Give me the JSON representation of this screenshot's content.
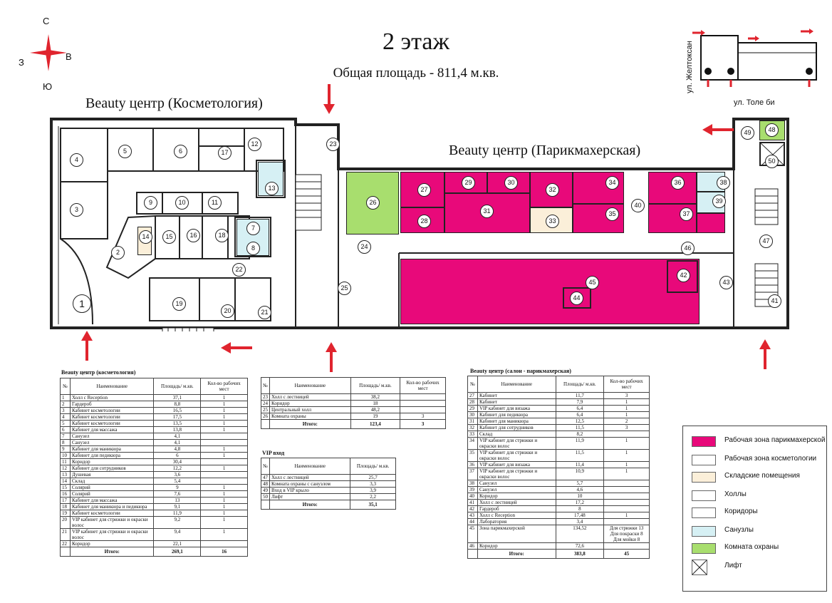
{
  "title": "2 этаж",
  "subtitle": "Общая площадь - 811,4 м.кв.",
  "sections": {
    "cosmetology": "Beauty центр (Косметология)",
    "hairdresser": "Beauty центр (Парикмахерская)"
  },
  "compass": {
    "n": "С",
    "s": "Ю",
    "w": "З",
    "e": "В"
  },
  "streets": {
    "zheltoksan": "ул. Желтоксан",
    "tole_bi": "ул. Толе би"
  },
  "colors": {
    "hair_zone": "#e8097a",
    "cosm_zone": "#ffffff",
    "storage": "#fbefd9",
    "halls": "#ffffff",
    "corridors": "#ffffff",
    "toilets": "#d6f0f4",
    "security": "#a8de6e",
    "wall": "#222222",
    "arrow": "#e0242e"
  },
  "rooms": [
    "1",
    "2",
    "3",
    "4",
    "5",
    "6",
    "7",
    "8",
    "9",
    "10",
    "11",
    "12",
    "13",
    "14",
    "15",
    "16",
    "17",
    "18",
    "19",
    "20",
    "21",
    "22",
    "23",
    "24",
    "25",
    "26",
    "27",
    "28",
    "29",
    "30",
    "31",
    "32",
    "33",
    "34",
    "35",
    "36",
    "37",
    "38",
    "39",
    "40",
    "41",
    "42",
    "43",
    "44",
    "45",
    "46",
    "47",
    "48",
    "49",
    "50"
  ],
  "table_cosm": {
    "title": "Beauty центр (косметология)",
    "headers": [
      "№",
      "Наименование",
      "Площадь/ м.кв.",
      "Кол-во рабочих мест"
    ],
    "rows": [
      [
        "1",
        "Холл с Reception",
        "37,1",
        "1"
      ],
      [
        "2",
        "Гардероб",
        "8,8",
        "1"
      ],
      [
        "3",
        "Кабинет косметологии",
        "16,5",
        "1"
      ],
      [
        "4",
        "Кабинет косметологии",
        "17,5",
        "1"
      ],
      [
        "5",
        "Кабинет косметологии",
        "13,5",
        "1"
      ],
      [
        "6",
        "Кабинет для массажа",
        "13,8",
        "1"
      ],
      [
        "7",
        "Санузел",
        "4,1",
        ""
      ],
      [
        "8",
        "Санузел",
        "4,1",
        ""
      ],
      [
        "9",
        "Кабинет для маникюра",
        "4,8",
        "1"
      ],
      [
        "10",
        "Кабинет для педикюра",
        "6",
        "1"
      ],
      [
        "11",
        "Коридор",
        "30,4",
        ""
      ],
      [
        "12",
        "Кабинет для сотрудников",
        "12,2",
        "1"
      ],
      [
        "13",
        "Душевая",
        "3,6",
        ""
      ],
      [
        "14",
        "Склад",
        "5,4",
        ""
      ],
      [
        "15",
        "Солярий",
        "9",
        "1"
      ],
      [
        "16",
        "Солярий",
        "7,6",
        "1"
      ],
      [
        "17",
        "Кабинет для массажа",
        "13",
        "1"
      ],
      [
        "18",
        "Кабинет для маникюра и педикюра",
        "9,1",
        "1"
      ],
      [
        "19",
        "Кабинет косметологии",
        "11,9",
        "1"
      ],
      [
        "20",
        "VIP кабинет для стрижки и окраски волос",
        "9,2",
        "1"
      ],
      [
        "21",
        "VIP кабинет для стрижки и окраски волос",
        "9,4",
        "1"
      ],
      [
        "22",
        "Коридор",
        "22,1",
        ""
      ]
    ],
    "total": [
      "",
      "Итого:",
      "269,1",
      "16"
    ]
  },
  "table_common": {
    "headers": [
      "№",
      "Наименование",
      "Площадь/ м.кв.",
      "Кол-во рабочих мест"
    ],
    "rows": [
      [
        "23",
        "Холл с лестницей",
        "38,2",
        ""
      ],
      [
        "24",
        "Коридор",
        "18",
        ""
      ],
      [
        "25",
        "Центральный холл",
        "48,2",
        ""
      ],
      [
        "26",
        "Комната охраны",
        "19",
        "3"
      ]
    ],
    "total": [
      "",
      "Итого:",
      "123,4",
      "3"
    ]
  },
  "table_vip": {
    "title": "VIP вход",
    "headers": [
      "№",
      "Наименование",
      "Площадь/ м.кв."
    ],
    "rows": [
      [
        "47",
        "Холл с лестницей",
        "25,7"
      ],
      [
        "48",
        "Комната охраны с санузлом",
        "3,3"
      ],
      [
        "49",
        "Вход в VIP крыло",
        "3,9"
      ],
      [
        "50",
        "Лифт",
        "2,2"
      ]
    ],
    "total": [
      "",
      "Итого:",
      "35,1"
    ]
  },
  "table_hair": {
    "title": "Beauty центр (салон - парикмахерская)",
    "headers": [
      "№",
      "Наименование",
      "Площадь/ м.кв.",
      "Кол-во рабочих мест"
    ],
    "rows": [
      [
        "27",
        "Кабинет",
        "11,7",
        "3"
      ],
      [
        "28",
        "Кабинет",
        "7,9",
        "1"
      ],
      [
        "29",
        "VIP кабинет для визажа",
        "6,4",
        "1"
      ],
      [
        "30",
        "Кабинет для педикюра",
        "6,4",
        "1"
      ],
      [
        "31",
        "Кабинет для маникюра",
        "12,5",
        "2"
      ],
      [
        "32",
        "Кабинет для сотрудников",
        "11,5",
        "3"
      ],
      [
        "33",
        "Склад",
        "8,2",
        ""
      ],
      [
        "34",
        "VIP кабинет для стрижки и окраски волос",
        "11,9",
        "1"
      ],
      [
        "35",
        "VIP кабинет для стрижки и окраски волос",
        "11,5",
        "1"
      ],
      [
        "36",
        "VIP кабинет для визажа",
        "11,4",
        "1"
      ],
      [
        "37",
        "VIP кабинет для стрижки и окраски волос",
        "10,9",
        "1"
      ],
      [
        "38",
        "Санузел",
        "5,7",
        ""
      ],
      [
        "39",
        "Санузел",
        "4,6",
        ""
      ],
      [
        "40",
        "Коридор",
        "10",
        ""
      ],
      [
        "41",
        "Холл с лестницей",
        "17,2",
        ""
      ],
      [
        "42",
        "Гардероб",
        "8",
        ""
      ],
      [
        "43",
        "Холл с Reception",
        "17,48",
        "1"
      ],
      [
        "44",
        "Лаборатория",
        "3,4",
        ""
      ],
      [
        "45",
        "Зона парикмахерской",
        "134,52",
        "Для стрижки 13 Для покраски 8 Для мойки 8"
      ],
      [
        "46",
        "Коридор",
        "72,6",
        ""
      ]
    ],
    "total": [
      "",
      "Итого:",
      "383,8",
      "45"
    ]
  },
  "legend": [
    {
      "label": "Рабочая зона парикмахерской",
      "color": "#e8097a"
    },
    {
      "label": "Рабочая зона косметологии",
      "color": "#ffffff"
    },
    {
      "label": "Складские помещения",
      "color": "#fbefd9"
    },
    {
      "label": "Холлы",
      "color": "#ffffff"
    },
    {
      "label": "Коридоры",
      "color": "#ffffff"
    },
    {
      "label": "Санузлы",
      "color": "#d6f0f4"
    },
    {
      "label": "Комната охраны",
      "color": "#a8de6e"
    },
    {
      "label": "Лифт",
      "color": "#ffffff"
    }
  ]
}
